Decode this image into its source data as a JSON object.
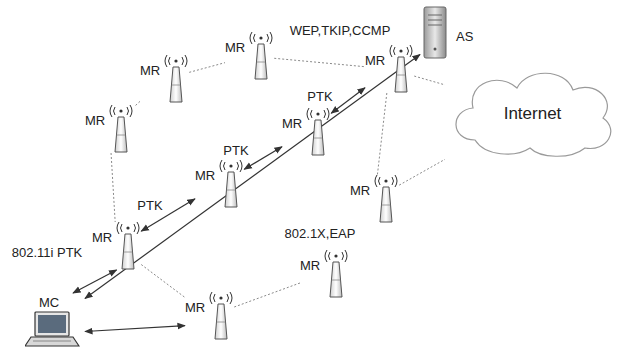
{
  "diagram": {
    "nodes": [
      {
        "text": [
          "MR"
        ]
      },
      {
        "text": [
          "MR"
        ]
      },
      {
        "text": [
          "MR"
        ]
      },
      {
        "text": [
          "MR"
        ]
      },
      {
        "text": [
          "MR"
        ]
      },
      {
        "text": [
          "MR"
        ]
      },
      {
        "text": [
          "MR"
        ]
      },
      {
        "text": [
          "MR"
        ]
      },
      {
        "text": [
          "MR"
        ]
      },
      {
        "text": [
          "MR"
        ]
      },
      {
        "text": [
          "AS"
        ]
      },
      {
        "text": [
          "Internet"
        ]
      },
      {
        "text": [
          "MC"
        ]
      }
    ],
    "edges": [
      {
        "from": 0,
        "to": 1,
        "arrow": "none"
      },
      {
        "from": 1,
        "to": 2,
        "arrow": "none"
      },
      {
        "from": 0,
        "to": 3,
        "arrow": "none"
      },
      {
        "from": 3,
        "to": 7,
        "arrow": "none"
      },
      {
        "from": 2,
        "to": 11,
        "arrow": "none"
      },
      {
        "from": 2,
        "to": 6,
        "arrow": "none"
      },
      {
        "from": 6,
        "to": 11,
        "arrow": "none"
      },
      {
        "from": 7,
        "to": 9,
        "arrow": "none"
      },
      {
        "from": 9,
        "to": 8,
        "arrow": "none"
      },
      {
        "from": 4,
        "to": 2,
        "label": "PTK",
        "arrow": "both"
      },
      {
        "from": 5,
        "to": 4,
        "label": "PTK",
        "arrow": "both"
      },
      {
        "from": 7,
        "to": 5,
        "label": "PTK",
        "arrow": "both"
      },
      {
        "from": 12,
        "to": 7,
        "label": "802.11i PTK",
        "arrow": "both"
      },
      {
        "from": 12,
        "to": 10,
        "label": "802.1X,EAP",
        "arrow": "both"
      },
      {
        "from": 12,
        "to": 9,
        "arrow": "both"
      }
    ],
    "labels": [
      "WEP,TKIP,CCMP"
    ]
  }
}
